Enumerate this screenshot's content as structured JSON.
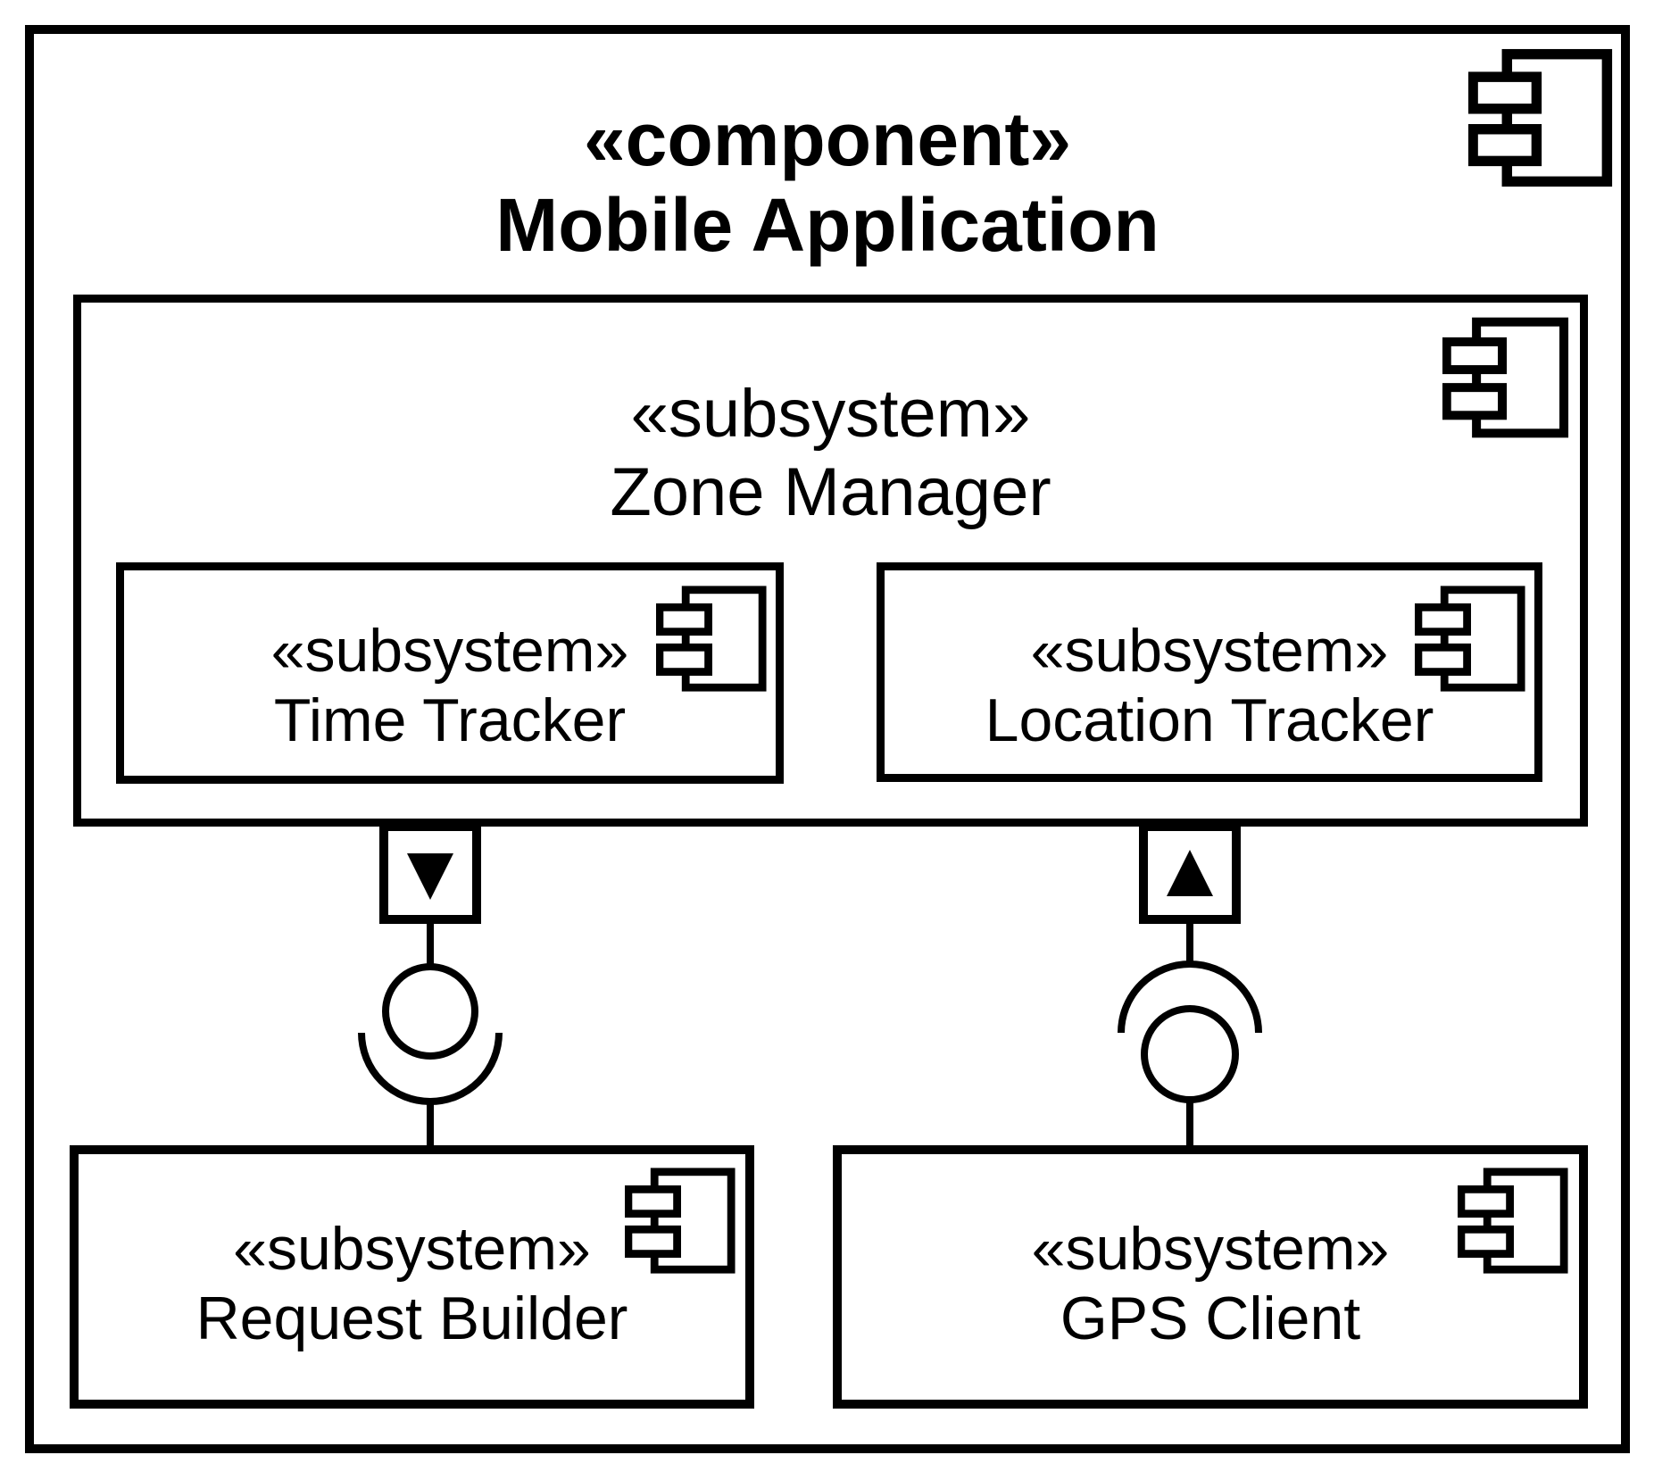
{
  "mobile_application": {
    "stereotype": "«component»",
    "name": "Mobile Application"
  },
  "zone_manager": {
    "stereotype": "«subsystem»",
    "name": "Zone Manager"
  },
  "time_tracker": {
    "stereotype": "«subsystem»",
    "name": "Time Tracker"
  },
  "location_tracker": {
    "stereotype": "«subsystem»",
    "name": "Location Tracker"
  },
  "request_builder": {
    "stereotype": "«subsystem»",
    "name": "Request Builder"
  },
  "gps_client": {
    "stereotype": "«subsystem»",
    "name": "GPS Client"
  },
  "connectors": [
    {
      "from": "Zone Manager",
      "to": "Request Builder",
      "port_arrow": "down",
      "notation": "ball-and-socket assembly connector"
    },
    {
      "from": "GPS Client",
      "to": "Zone Manager",
      "port_arrow": "up",
      "notation": "socket-and-ball assembly connector"
    }
  ],
  "icons": [
    "uml-component-icon"
  ],
  "colors": {
    "line": "#000000",
    "background": "#ffffff",
    "text": "#000000"
  }
}
